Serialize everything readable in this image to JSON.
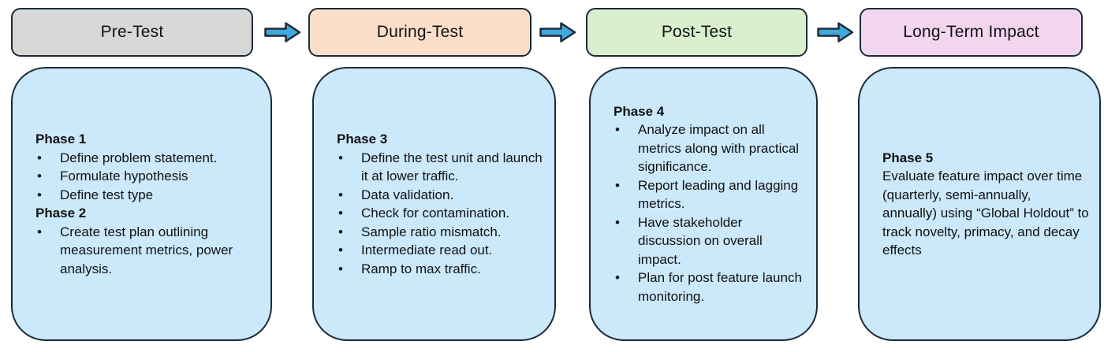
{
  "colors": {
    "background": "#ffffff",
    "text": "#111111",
    "border": "#1c2a38",
    "body_fill": "#cbe9fb",
    "arrow_fill": "#41a8dc"
  },
  "icons": {
    "flow_arrow": "right-block-arrow"
  },
  "stages": [
    {
      "title": "Pre-Test",
      "header_color": "#d8d8d8",
      "phases": [
        {
          "label": "Phase 1",
          "bullets": [
            "Define problem statement.",
            "Formulate hypothesis",
            "Define test type"
          ]
        },
        {
          "label": "Phase 2",
          "bullets": [
            "Create test plan outlining measurement metrics, power analysis."
          ]
        }
      ]
    },
    {
      "title": "During-Test",
      "header_color": "#fbdfc8",
      "phases": [
        {
          "label": "Phase 3",
          "bullets": [
            "Define the test unit and launch it at lower traffic.",
            "Data validation.",
            "Check for contamination.",
            "Sample ratio mismatch.",
            "Intermediate read out.",
            "Ramp to max traffic."
          ]
        }
      ]
    },
    {
      "title": "Post-Test",
      "header_color": "#d9efce",
      "phases": [
        {
          "label": "Phase 4",
          "bullets": [
            "Analyze impact on all metrics along with practical significance.",
            "Report leading and lagging metrics.",
            "Have stakeholder discussion on overall impact.",
            "Plan for post feature launch monitoring."
          ]
        }
      ]
    },
    {
      "title": "Long-Term Impact",
      "header_color": "#f2d6f0",
      "phases": [
        {
          "label": "Phase 5",
          "text": "Evaluate feature impact over time (quarterly, semi-annually, annually) using “Global Holdout” to track novelty, primacy, and decay effects"
        }
      ]
    }
  ]
}
